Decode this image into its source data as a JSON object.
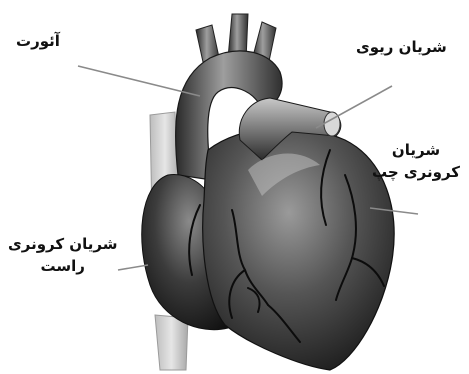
{
  "labels": {
    "aorta": "آئورت",
    "pulmonary_artery": "شریان ریوی",
    "left_coronary_line1": "شریان",
    "left_coronary_line2": "کرونری چپ",
    "right_coronary_line1": "شریان کرونری",
    "right_coronary_line2": "راست"
  },
  "colors": {
    "heart_dark": "#1a1a1a",
    "heart_mid": "#5a5a5a",
    "heart_light": "#b8b8b8",
    "leader_line": "#8a8a8a",
    "text": "#111111"
  }
}
